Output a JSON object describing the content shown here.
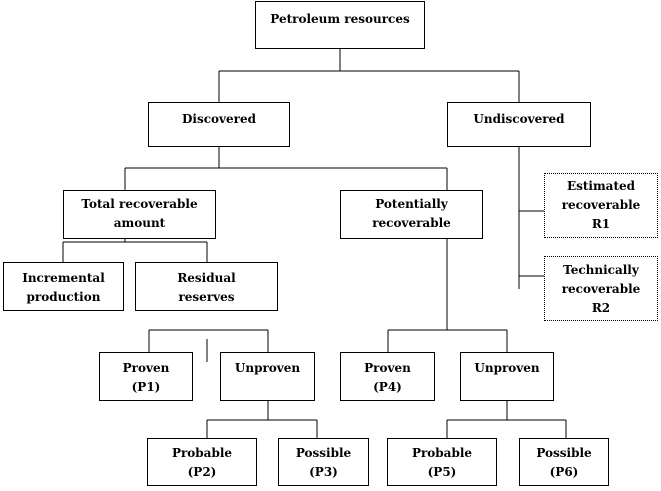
{
  "nodes": {
    "root": "Petroleum resources",
    "discovered": "Discovered",
    "undiscovered": "Undiscovered",
    "total_recoverable": "Total recoverable\namount",
    "potentially_recoverable": "Potentially\nrecoverable",
    "estimated_r1": "Estimated\nrecoverable\nR1",
    "technically_r2": "Technically\nrecoverable\nR2",
    "incremental": "Incremental\nproduction",
    "residual": "Residual\nreserves",
    "proven_p1": "Proven\n(P1)",
    "unproven_left": "Unproven",
    "proven_p4": "Proven\n(P4)",
    "unproven_right": "Unproven",
    "probable_p2": "Probable\n(P2)",
    "possible_p3": "Possible\n(P3)",
    "probable_p5": "Probable\n(P5)",
    "possible_p6": "Possible\n(P6)"
  }
}
